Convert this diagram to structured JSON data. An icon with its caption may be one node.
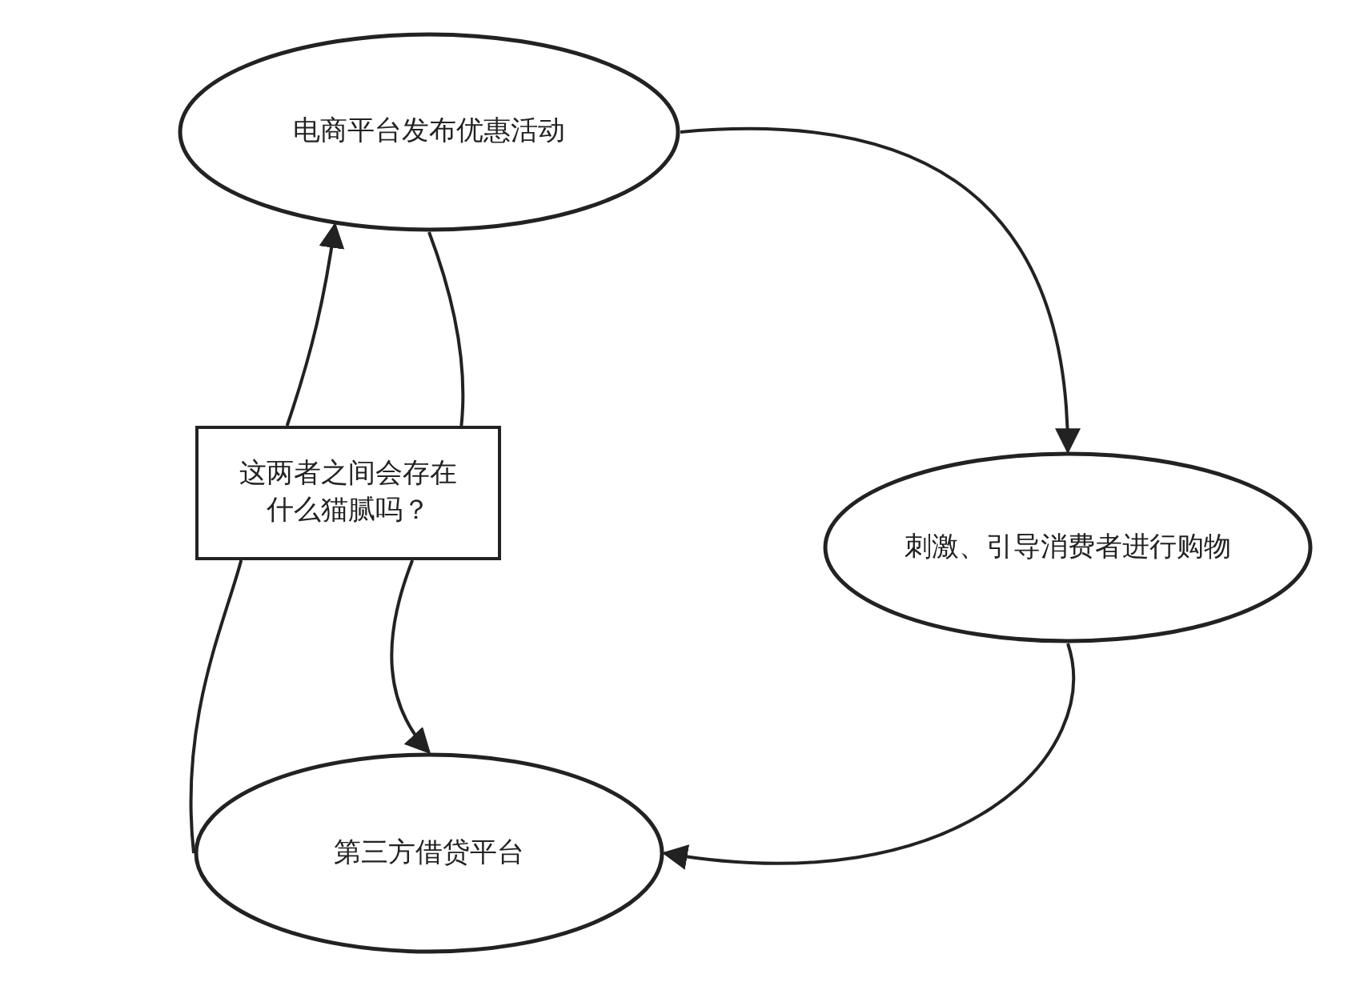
{
  "diagram": {
    "nodes": [
      {
        "text": [
          "电商平台发布优惠活动"
        ]
      },
      {
        "text": [
          "刺激、引导消费者进行购物"
        ]
      },
      {
        "text": [
          "第三方借贷平台"
        ]
      },
      {
        "text": [
          "这两者之间会存在什么猫腻吗？"
        ]
      }
    ],
    "edges": [
      {
        "from": 0,
        "to": 1,
        "arrow": "to"
      },
      {
        "from": 1,
        "to": 2,
        "arrow": "to"
      },
      {
        "from": 2,
        "to": 3,
        "arrow": "none"
      },
      {
        "from": 3,
        "to": 0,
        "arrow": "to"
      },
      {
        "from": 0,
        "to": 3,
        "arrow": "none"
      },
      {
        "from": 3,
        "to": 2,
        "arrow": "to"
      }
    ]
  }
}
